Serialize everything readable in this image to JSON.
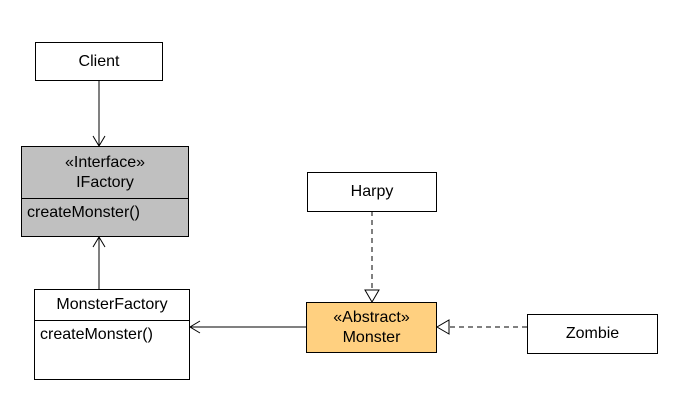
{
  "diagram": {
    "client": {
      "label": "Client"
    },
    "ifactory": {
      "stereotype": "«Interface»",
      "name": "IFactory",
      "operation": "createMonster()",
      "fill": "#c0c0c0"
    },
    "monster_factory": {
      "name": "MonsterFactory",
      "operation": "createMonster()"
    },
    "harpy": {
      "label": "Harpy"
    },
    "monster": {
      "stereotype": "«Abstract»",
      "name": "Monster",
      "fill": "#ffd080"
    },
    "zombie": {
      "label": "Zombie"
    }
  }
}
